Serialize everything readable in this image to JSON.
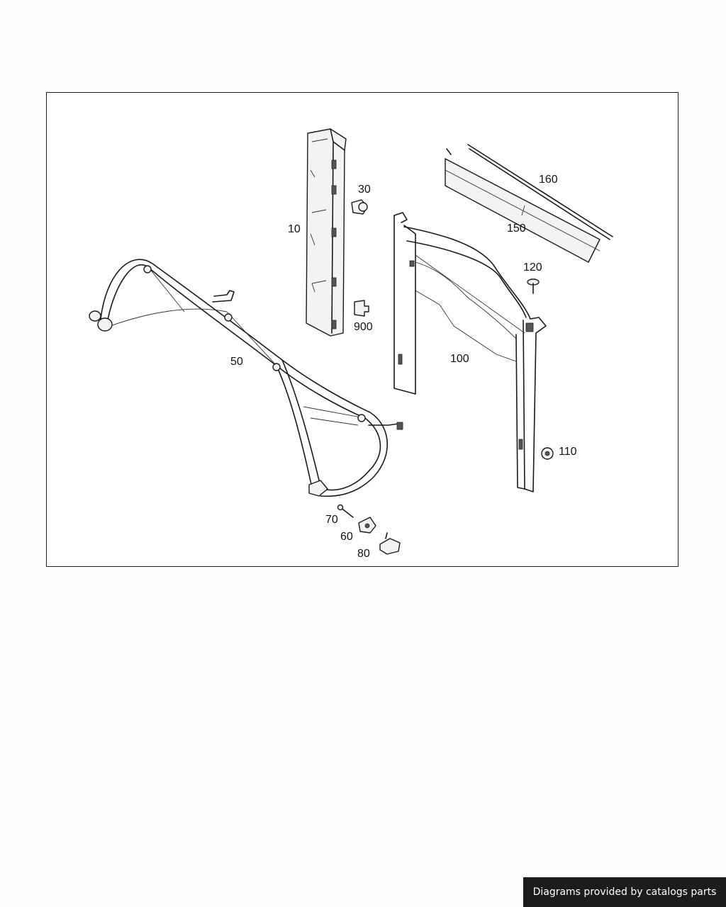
{
  "diagram": {
    "callouts": {
      "p10": "10",
      "p30": "30",
      "p50": "50",
      "p60": "60",
      "p70": "70",
      "p80": "80",
      "p100": "100",
      "p110": "110",
      "p120": "120",
      "p150": "150",
      "p160": "160",
      "p900": "900"
    }
  },
  "footer": {
    "credit": "Diagrams provided by catalogs parts"
  }
}
